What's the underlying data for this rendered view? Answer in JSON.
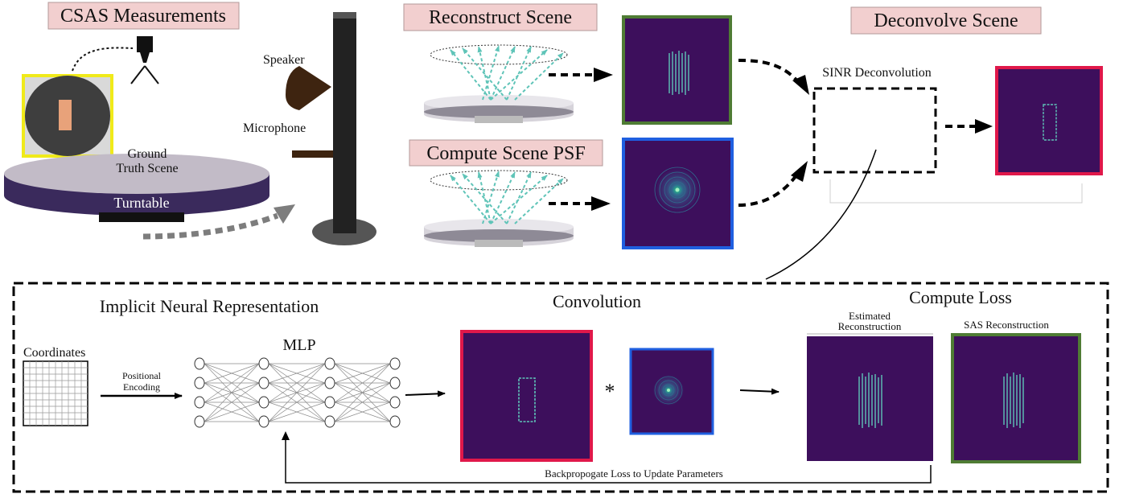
{
  "labels": {
    "csas_measurements": "CSAS Measurements",
    "reconstruct_scene": "Reconstruct Scene",
    "compute_scene_psf": "Compute Scene PSF",
    "deconvolve_scene": "Deconvolve Scene",
    "speaker": "Speaker",
    "microphone": "Microphone",
    "ground_truth_line1": "Ground",
    "ground_truth_line2": "Truth Scene",
    "turntable": "Turntable",
    "sinr_deconvolution": "SINR Deconvolution",
    "implicit_neural_representation": "Implicit Neural Representation",
    "convolution": "Convolution",
    "compute_loss": "Compute Loss",
    "coordinates": "Coordinates",
    "positional_line1": "Positional",
    "positional_line2": "Encoding",
    "mlp": "MLP",
    "convolution_operator": "*",
    "estimated_line1": "Estimated",
    "estimated_line2": "Reconstruction",
    "sas_reconstruction": "SAS Reconstruction",
    "backpropagate": "Backpropogate Loss to Update Parameters"
  },
  "colors": {
    "title_box_fill": "#f2cfcf",
    "image_fill": "#3d0f5c",
    "frame_green": "#4f7c34",
    "frame_blue": "#1f5fe0",
    "frame_red": "#e0184a",
    "frame_yellow": "#f0ea1a",
    "table_top": "#c2bbc7",
    "table_side": "#3a2a5c",
    "tower": "#222222",
    "speaker_brown": "#3e2410",
    "arrow_gray": "#7d7d7d",
    "signal_teal": "#5fc4b8"
  },
  "mlp_layer_nodes": [
    4,
    4,
    4,
    4
  ]
}
